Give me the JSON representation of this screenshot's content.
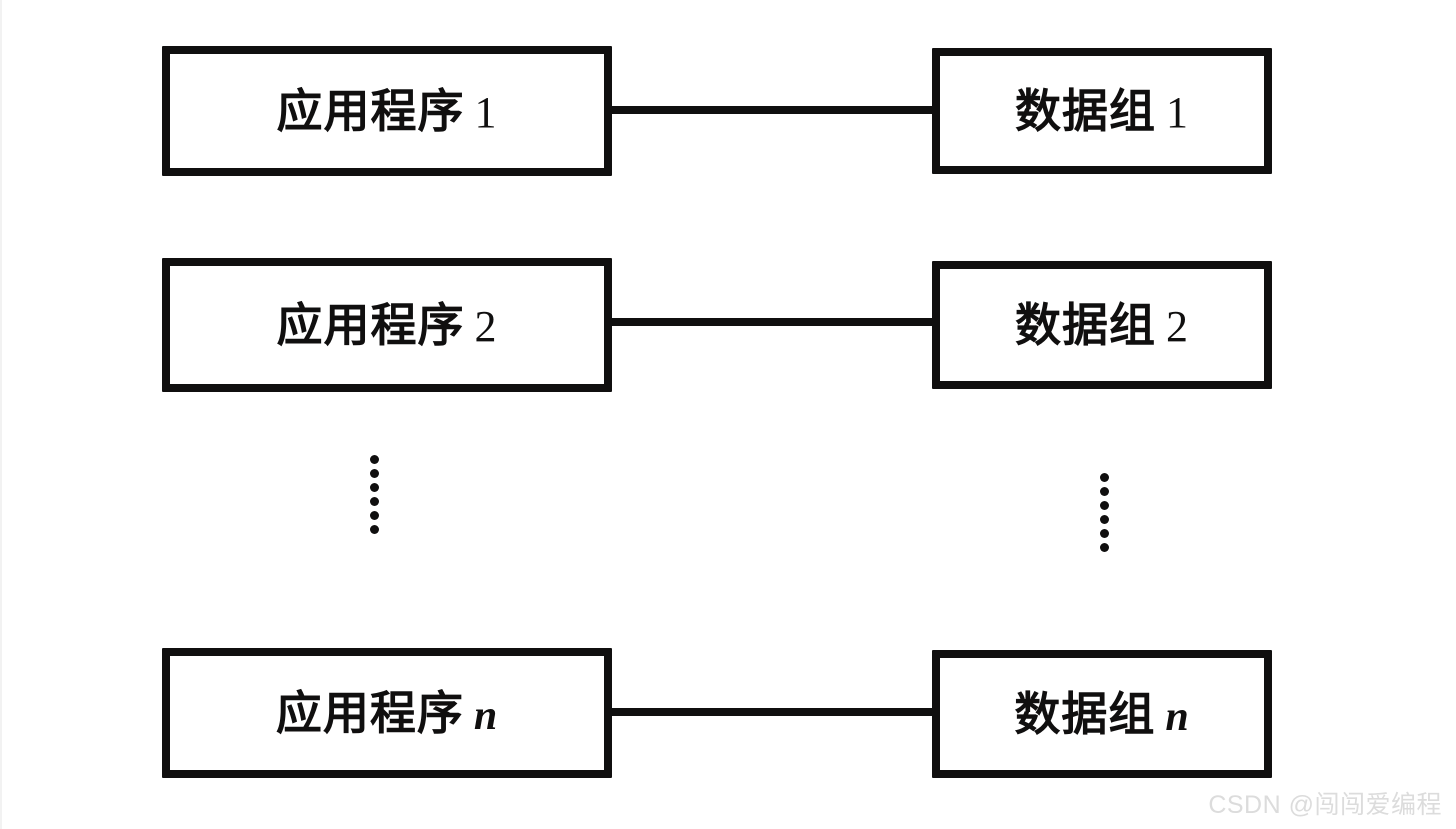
{
  "diagram": {
    "type": "block-diagram",
    "title": "",
    "background_color": "#ffffff",
    "stroke_color": "#100f0f",
    "rows": [
      {
        "id": "row-1",
        "left_node": {
          "label": "应用程序",
          "index": "1",
          "index_style": "upright"
        },
        "right_node": {
          "label": "数据组",
          "index": "1",
          "index_style": "upright"
        },
        "connector": {
          "label": ""
        }
      },
      {
        "id": "row-2",
        "left_node": {
          "label": "应用程序",
          "index": "2",
          "index_style": "upright"
        },
        "right_node": {
          "label": "数据组",
          "index": "2",
          "index_style": "upright"
        },
        "connector": {
          "label": ""
        }
      },
      {
        "id": "row-n",
        "left_node": {
          "label": "应用程序",
          "index": "n",
          "index_style": "italic"
        },
        "right_node": {
          "label": "数据组",
          "index": "n",
          "index_style": "italic"
        },
        "connector": {
          "label": ""
        }
      }
    ],
    "ellipsis": {
      "left": {
        "dot_count": 6,
        "glyph": "vertical-ellipsis"
      },
      "right": {
        "dot_count": 6,
        "glyph": "vertical-ellipsis"
      }
    }
  },
  "watermark": {
    "text": "CSDN @闯闯爱编程",
    "color": "#dcdcdc"
  }
}
